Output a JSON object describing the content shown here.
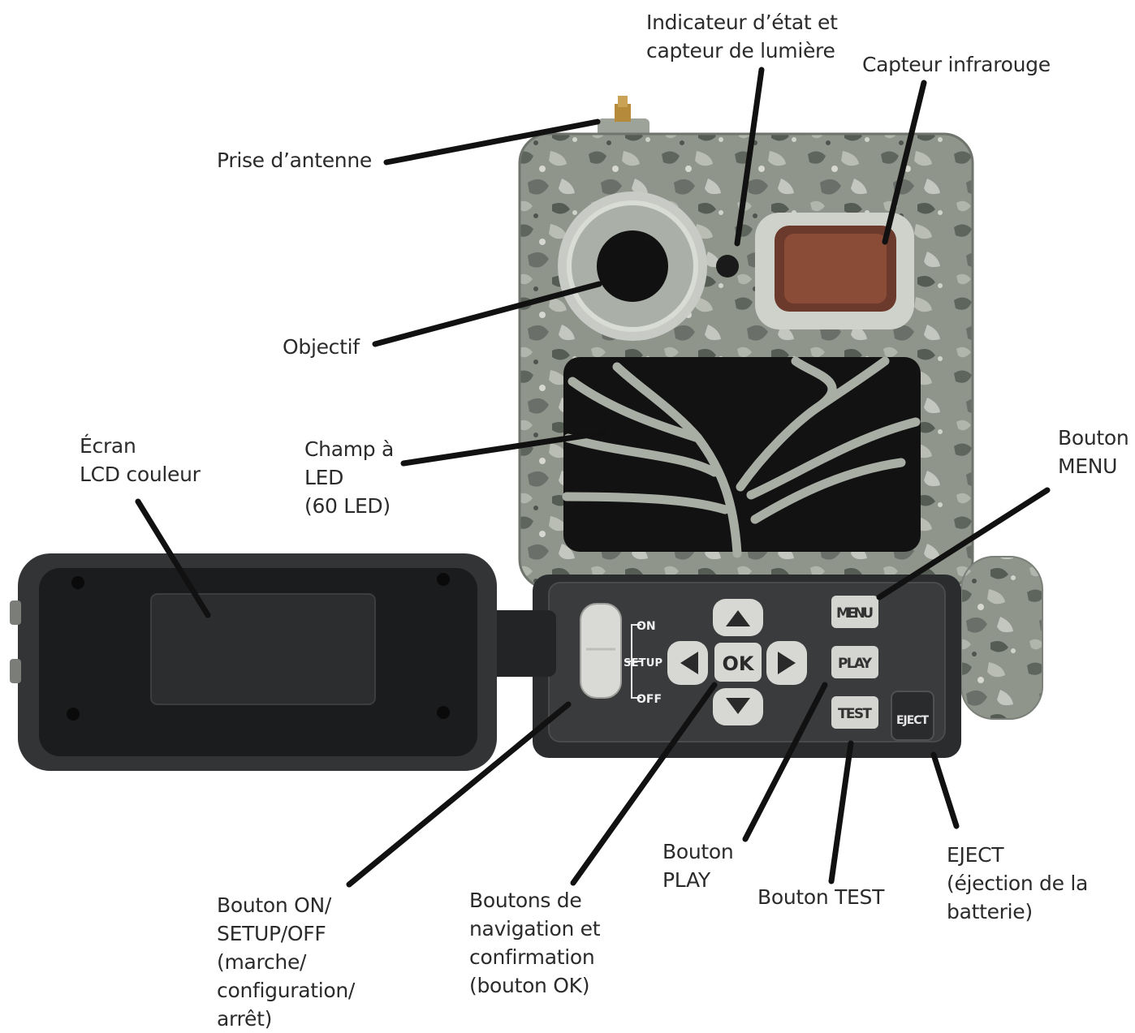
{
  "labels": {
    "status": [
      "Indicateur d’état et",
      "capteur de lumière"
    ],
    "ir": [
      "Capteur infrarouge"
    ],
    "antenna": [
      "Prise d’antenne"
    ],
    "lens": [
      "Objectif"
    ],
    "led": [
      "Champ à",
      "LED",
      "(60 LED)"
    ],
    "lcd": [
      "Écran",
      "LCD couleur"
    ],
    "menu": [
      "Bouton",
      "MENU"
    ],
    "onoff": [
      "Bouton ON/",
      "SETUP/OFF",
      "(marche/",
      "configuration/",
      "arrêt)"
    ],
    "nav": [
      "Boutons de",
      "navigation et",
      "confirmation",
      "(bouton OK)"
    ],
    "play": [
      "Bouton",
      "PLAY"
    ],
    "test": [
      "Bouton TEST"
    ],
    "eject": [
      "EJECT",
      "(éjection de la",
      "batterie)"
    ]
  },
  "device": {
    "switch_on": "ON",
    "switch_setup": "SETUP",
    "switch_off": "OFF",
    "ok": "OK",
    "menu_key": "MENU",
    "play_key": "PLAY",
    "test_key": "TEST",
    "eject_key": "EJECT"
  },
  "colors": {
    "camo": "#8d948a",
    "panel": "#2e2f31",
    "leader": "#111111"
  }
}
